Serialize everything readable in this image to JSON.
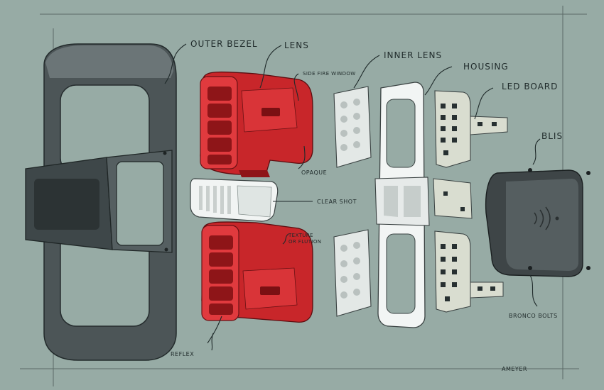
{
  "labels": {
    "outer_bezel": "OUTER BEZEL",
    "lens": "LENS",
    "side_fire_window": "SIDE FIRE WINDOW",
    "opaque": "OPAQUE",
    "inner_lens": "INNER LENS",
    "housing": "HOUSING",
    "led_board": "LED BOARD",
    "blis": "BLIS",
    "clear_shot": "CLEAR SHOT",
    "texture_or_flution_line1": "TEXTURE",
    "texture_or_flution_line2": "OR FLUTION",
    "bronco_bolts": "BRONCO BOLTS",
    "reflex": "REFLEX",
    "signature": "AMEYER"
  },
  "colors": {
    "background": "#97aba5",
    "bezel": "#4e5759",
    "lens_red": "#c8262a",
    "lens_dark_red": "#8e1518",
    "clear_part": "#f1f4f3",
    "led_board": "#d9ddd0",
    "blis_module": "#3e4547"
  }
}
